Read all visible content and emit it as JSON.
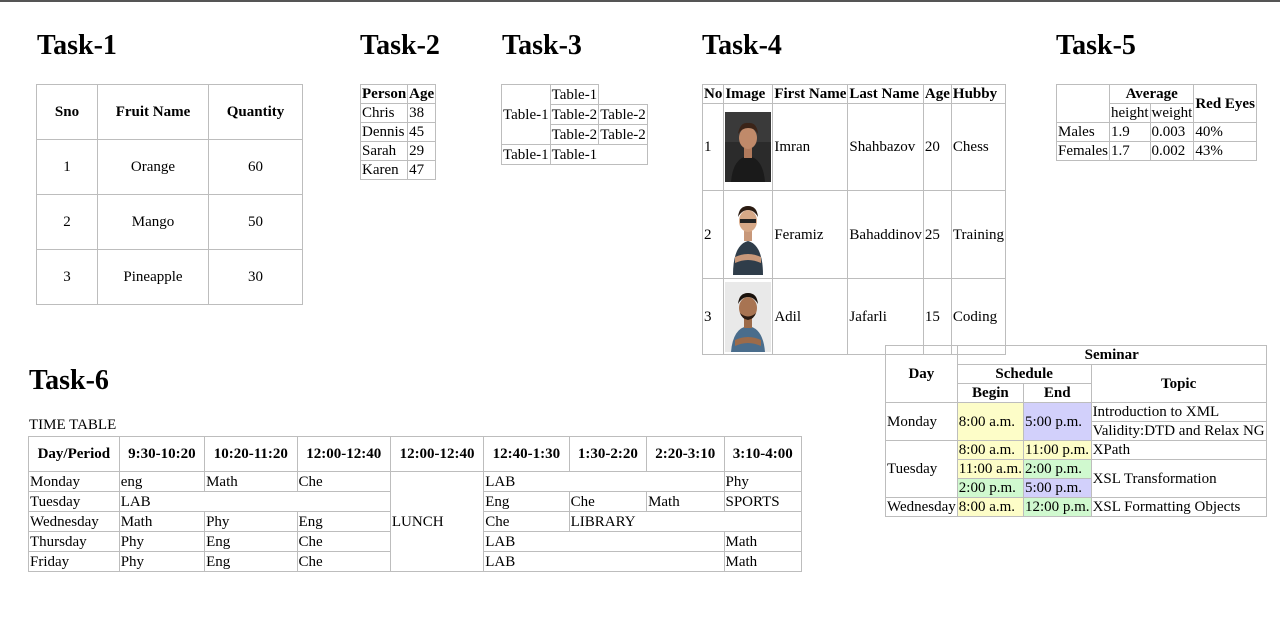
{
  "task1": {
    "title": "Task-1",
    "headers": [
      "Sno",
      "Fruit Name",
      "Quantity"
    ],
    "rows": [
      [
        "1",
        "Orange",
        "60"
      ],
      [
        "2",
        "Mango",
        "50"
      ],
      [
        "3",
        "Pineapple",
        "30"
      ]
    ]
  },
  "task2": {
    "title": "Task-2",
    "headers": [
      "Person",
      "Age"
    ],
    "rows": [
      [
        "Chris",
        "38"
      ],
      [
        "Dennis",
        "45"
      ],
      [
        "Sarah",
        "29"
      ],
      [
        "Karen",
        "47"
      ]
    ]
  },
  "task3": {
    "title": "Task-3",
    "cells": {
      "r1c2": "Table-1",
      "r2c1": "Table-1",
      "r2c2": "Table-2",
      "r2c3": "Table-2",
      "r3c2": "Table-2",
      "r3c3": "Table-2",
      "r4c1": "Table-1",
      "r4c2": "Table-1"
    }
  },
  "task4": {
    "title": "Task-4",
    "headers": [
      "No",
      "Image",
      "First Name",
      "Last Name",
      "Age",
      "Hubby"
    ],
    "rows": [
      {
        "no": "1",
        "first": "Imran",
        "last": "Shahbazov",
        "age": "20",
        "hobby": "Chess"
      },
      {
        "no": "2",
        "first": "Feramiz",
        "last": "Bahaddinov",
        "age": "25",
        "hobby": "Training"
      },
      {
        "no": "3",
        "first": "Adil",
        "last": "Jafarli",
        "age": "15",
        "hobby": "Coding"
      }
    ]
  },
  "task5": {
    "title": "Task-5",
    "average": "Average",
    "height": "height",
    "weight": "weight",
    "red_eyes": "Red Eyes",
    "rows": [
      {
        "label": "Males",
        "height": "1.9",
        "weight": "0.003",
        "red": "40%"
      },
      {
        "label": "Females",
        "height": "1.7",
        "weight": "0.002",
        "red": "43%"
      }
    ]
  },
  "seminar": {
    "day": "Day",
    "seminar": "Seminar",
    "schedule": "Schedule",
    "begin": "Begin",
    "end": "End",
    "topic": "Topic",
    "monday": "Monday",
    "tuesday": "Tuesday",
    "wednesday": "Wednesday",
    "mon_begin": "8:00 a.m.",
    "mon_end": "5:00 p.m.",
    "mon_topic1": "Introduction to XML",
    "mon_topic2": "Validity:DTD and Relax NG",
    "tue_begin1": "8:00 a.m.",
    "tue_end1": "11:00 p.m.",
    "tue_topic1": "XPath",
    "tue_begin2": "11:00 a.m.",
    "tue_end2": "2:00 p.m.",
    "tue_topic2": "XSL Transformation",
    "tue_begin3": "2:00 p.m.",
    "tue_end3": "5:00 p.m.",
    "wed_begin": "8:00 a.m.",
    "wed_end": "12:00 p.m.",
    "wed_topic": "XSL Formatting Objects",
    "colors": {
      "yellow": "#fdfdc8",
      "violet": "#d2d0fb",
      "green": "#d0f9cf"
    }
  },
  "task6": {
    "title": "Task-6",
    "caption": "TIME TABLE",
    "headers": [
      "Day/Period",
      "9:30-10:20",
      "10:20-11:20",
      "12:00-12:40",
      "12:00-12:40",
      "12:40-1:30",
      "1:30-2:20",
      "2:20-3:10",
      "3:10-4:00"
    ],
    "lunch": "LUNCH",
    "mon": {
      "day": "Monday",
      "c1": "eng",
      "c2": "Math",
      "c3": "Che",
      "lab": "LAB",
      "last": "Phy"
    },
    "tue": {
      "day": "Tuesday",
      "lab": "LAB",
      "c5": "Eng",
      "c6": "Che",
      "c7": "Math",
      "last": "SPORTS"
    },
    "wed": {
      "day": "Wednesday",
      "c1": "Math",
      "c2": "Phy",
      "c3": "Eng",
      "c5": "Che",
      "library": "LIBRARY"
    },
    "thu": {
      "day": "Thursday",
      "c1": "Phy",
      "c2": "Eng",
      "c3": "Che",
      "lab": "LAB",
      "last": "Math"
    },
    "fri": {
      "day": "Friday",
      "c1": "Phy",
      "c2": "Eng",
      "c3": "Che",
      "lab": "LAB",
      "last": "Math"
    }
  }
}
